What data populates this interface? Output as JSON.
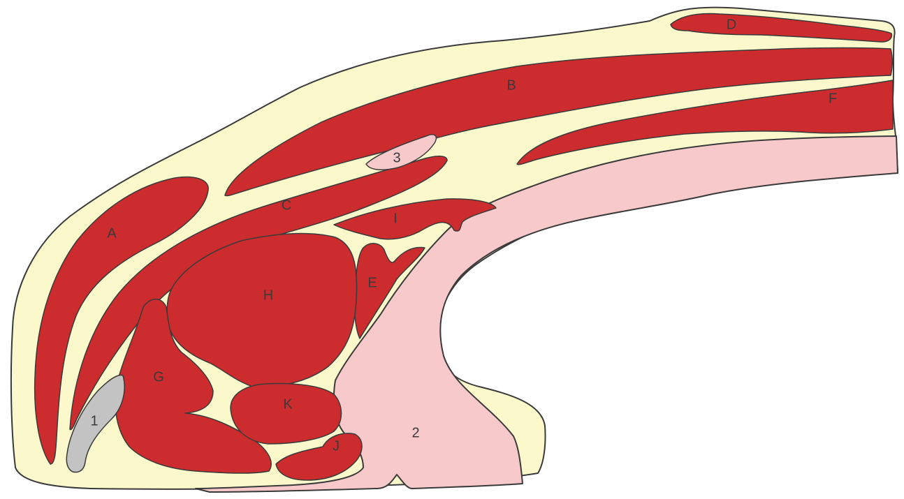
{
  "colors": {
    "fat": "#fbf8cc",
    "muscle": "#cc2c2e",
    "bone": "#f8c9ca",
    "cartilage": "#c3c3c3",
    "outline": "#3a3a3a"
  },
  "labels": {
    "A": "A",
    "B": "B",
    "C": "C",
    "D": "D",
    "E": "E",
    "F": "F",
    "G": "G",
    "H": "H",
    "I": "I",
    "J": "J",
    "K": "K",
    "n1": "1",
    "n2": "2",
    "n3": "3"
  }
}
